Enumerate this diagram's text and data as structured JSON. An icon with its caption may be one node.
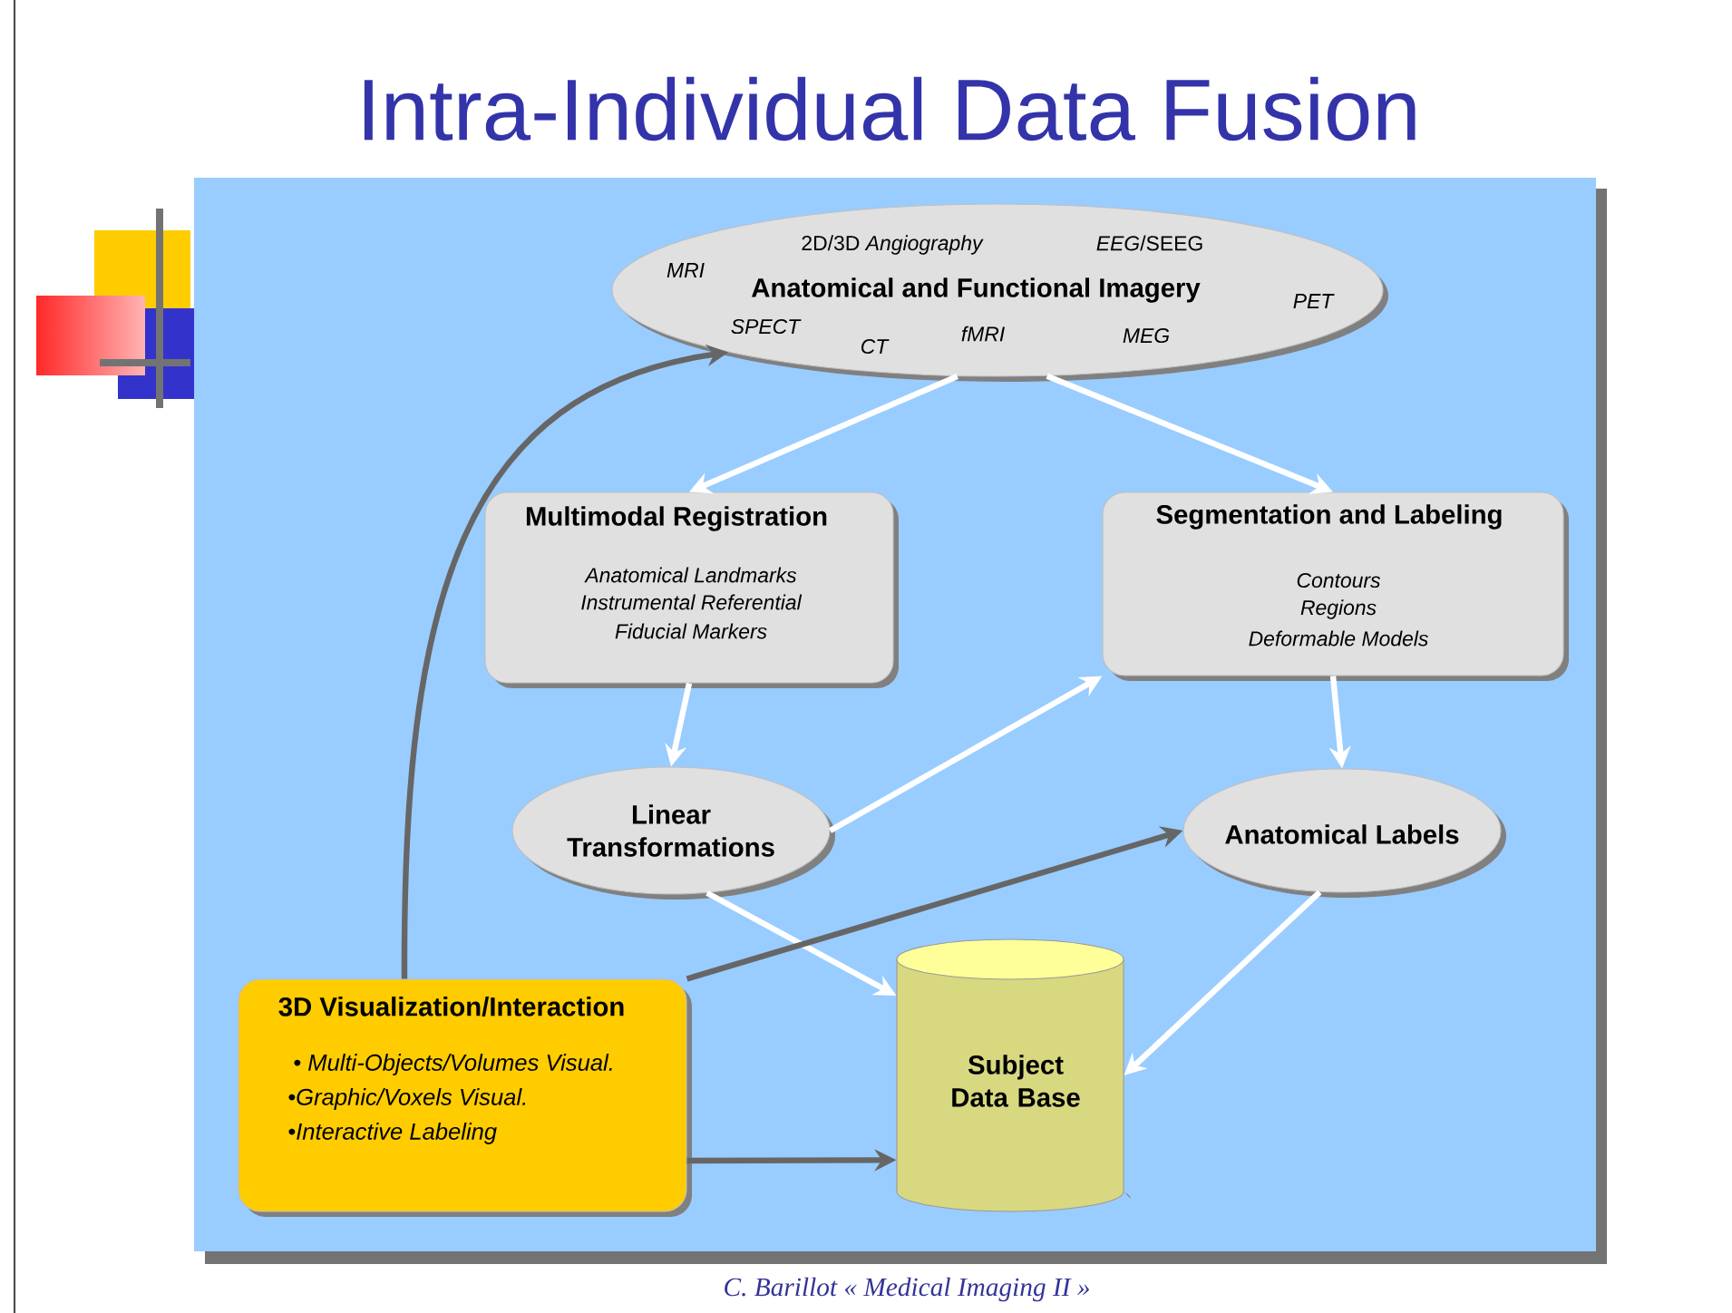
{
  "diagram": {
    "title": "Intra-Individual Data Fusion",
    "caption": "C. Barillot « Medical Imaging II »",
    "nodes": [
      {
        "text": [
          "Anatomical and Functional Imagery",
          "MRI",
          "2D/3D *Angiography*",
          "*EEG*/SEEG",
          "PET",
          "SPECT",
          "CT",
          "fMRI",
          "MEG"
        ]
      },
      {
        "text": [
          "Multimodal Registration",
          "Anatomical Landmarks",
          "Instrumental Referential",
          "Fiducial Markers"
        ]
      },
      {
        "text": [
          "Segmentation and Labeling",
          "Contours",
          "Regions",
          "Deformable Models"
        ]
      },
      {
        "text": [
          "Linear Transformations"
        ]
      },
      {
        "text": [
          "Anatomical Labels"
        ]
      },
      {
        "text": [
          "3D Visualization/Interaction",
          "• Multi-Objects/Volumes Visual.",
          "•Graphic/Voxels Visual.",
          "•Interactive Labeling"
        ]
      },
      {
        "text": [
          "Subject Data Base"
        ]
      }
    ],
    "edges": [
      {
        "from": 0,
        "to": 1,
        "arrow": "to"
      },
      {
        "from": 0,
        "to": 2,
        "arrow": "to"
      },
      {
        "from": 1,
        "to": 3,
        "arrow": "to"
      },
      {
        "from": 3,
        "to": 2,
        "arrow": "to"
      },
      {
        "from": 2,
        "to": 4,
        "arrow": "to"
      },
      {
        "from": 3,
        "to": 6,
        "arrow": "to"
      },
      {
        "from": 4,
        "to": 6,
        "arrow": "to"
      },
      {
        "from": 5,
        "to": 0,
        "arrow": "to",
        "color": "#666666"
      },
      {
        "from": 5,
        "to": 4,
        "arrow": "to",
        "color": "#666666"
      },
      {
        "from": 5,
        "to": 6,
        "arrow": "to",
        "color": "#666666"
      }
    ]
  }
}
